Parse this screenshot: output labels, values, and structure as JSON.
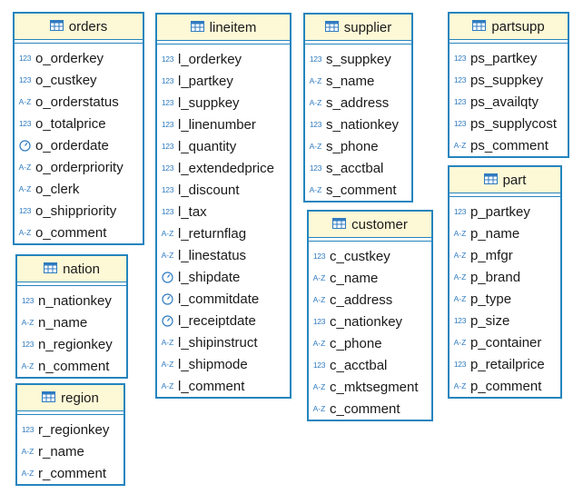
{
  "tables": [
    {
      "id": "orders",
      "name": "orders",
      "columns": [
        {
          "name": "o_orderkey",
          "type": "numeric",
          "icon": "123"
        },
        {
          "name": "o_custkey",
          "type": "numeric",
          "icon": "123"
        },
        {
          "name": "o_orderstatus",
          "type": "string",
          "icon": "A-Z"
        },
        {
          "name": "o_totalprice",
          "type": "numeric",
          "icon": "123"
        },
        {
          "name": "o_orderdate",
          "type": "date",
          "icon": "clock-icon"
        },
        {
          "name": "o_orderpriority",
          "type": "string",
          "icon": "A-Z"
        },
        {
          "name": "o_clerk",
          "type": "string",
          "icon": "A-Z"
        },
        {
          "name": "o_shippriority",
          "type": "numeric",
          "icon": "123"
        },
        {
          "name": "o_comment",
          "type": "string",
          "icon": "A-Z"
        }
      ]
    },
    {
      "id": "lineitem",
      "name": "lineitem",
      "columns": [
        {
          "name": "l_orderkey",
          "type": "numeric",
          "icon": "123"
        },
        {
          "name": "l_partkey",
          "type": "numeric",
          "icon": "123"
        },
        {
          "name": "l_suppkey",
          "type": "numeric",
          "icon": "123"
        },
        {
          "name": "l_linenumber",
          "type": "numeric",
          "icon": "123"
        },
        {
          "name": "l_quantity",
          "type": "numeric",
          "icon": "123"
        },
        {
          "name": "l_extendedprice",
          "type": "numeric",
          "icon": "123"
        },
        {
          "name": "l_discount",
          "type": "numeric",
          "icon": "123"
        },
        {
          "name": "l_tax",
          "type": "numeric",
          "icon": "123"
        },
        {
          "name": "l_returnflag",
          "type": "string",
          "icon": "A-Z"
        },
        {
          "name": "l_linestatus",
          "type": "string",
          "icon": "A-Z"
        },
        {
          "name": "l_shipdate",
          "type": "date",
          "icon": "clock-icon"
        },
        {
          "name": "l_commitdate",
          "type": "date",
          "icon": "clock-icon"
        },
        {
          "name": "l_receiptdate",
          "type": "date",
          "icon": "clock-icon"
        },
        {
          "name": "l_shipinstruct",
          "type": "string",
          "icon": "A-Z"
        },
        {
          "name": "l_shipmode",
          "type": "string",
          "icon": "A-Z"
        },
        {
          "name": "l_comment",
          "type": "string",
          "icon": "A-Z"
        }
      ]
    },
    {
      "id": "supplier",
      "name": "supplier",
      "columns": [
        {
          "name": "s_suppkey",
          "type": "numeric",
          "icon": "123"
        },
        {
          "name": "s_name",
          "type": "string",
          "icon": "A-Z"
        },
        {
          "name": "s_address",
          "type": "string",
          "icon": "A-Z"
        },
        {
          "name": "s_nationkey",
          "type": "numeric",
          "icon": "123"
        },
        {
          "name": "s_phone",
          "type": "string",
          "icon": "A-Z"
        },
        {
          "name": "s_acctbal",
          "type": "numeric",
          "icon": "123"
        },
        {
          "name": "s_comment",
          "type": "string",
          "icon": "A-Z"
        }
      ]
    },
    {
      "id": "partsupp",
      "name": "partsupp",
      "columns": [
        {
          "name": "ps_partkey",
          "type": "numeric",
          "icon": "123"
        },
        {
          "name": "ps_suppkey",
          "type": "numeric",
          "icon": "123"
        },
        {
          "name": "ps_availqty",
          "type": "numeric",
          "icon": "123"
        },
        {
          "name": "ps_supplycost",
          "type": "numeric",
          "icon": "123"
        },
        {
          "name": "ps_comment",
          "type": "string",
          "icon": "A-Z"
        }
      ]
    },
    {
      "id": "nation",
      "name": "nation",
      "columns": [
        {
          "name": "n_nationkey",
          "type": "numeric",
          "icon": "123"
        },
        {
          "name": "n_name",
          "type": "string",
          "icon": "A-Z"
        },
        {
          "name": "n_regionkey",
          "type": "numeric",
          "icon": "123"
        },
        {
          "name": "n_comment",
          "type": "string",
          "icon": "A-Z"
        }
      ]
    },
    {
      "id": "region",
      "name": "region",
      "columns": [
        {
          "name": "r_regionkey",
          "type": "numeric",
          "icon": "123"
        },
        {
          "name": "r_name",
          "type": "string",
          "icon": "A-Z"
        },
        {
          "name": "r_comment",
          "type": "string",
          "icon": "A-Z"
        }
      ]
    },
    {
      "id": "customer",
      "name": "customer",
      "columns": [
        {
          "name": "c_custkey",
          "type": "numeric",
          "icon": "123"
        },
        {
          "name": "c_name",
          "type": "string",
          "icon": "A-Z"
        },
        {
          "name": "c_address",
          "type": "string",
          "icon": "A-Z"
        },
        {
          "name": "c_nationkey",
          "type": "numeric",
          "icon": "123"
        },
        {
          "name": "c_phone",
          "type": "string",
          "icon": "A-Z"
        },
        {
          "name": "c_acctbal",
          "type": "numeric",
          "icon": "123"
        },
        {
          "name": "c_mktsegment",
          "type": "string",
          "icon": "A-Z"
        },
        {
          "name": "c_comment",
          "type": "string",
          "icon": "A-Z"
        }
      ]
    },
    {
      "id": "part",
      "name": "part",
      "columns": [
        {
          "name": "p_partkey",
          "type": "numeric",
          "icon": "123"
        },
        {
          "name": "p_name",
          "type": "string",
          "icon": "A-Z"
        },
        {
          "name": "p_mfgr",
          "type": "string",
          "icon": "A-Z"
        },
        {
          "name": "p_brand",
          "type": "string",
          "icon": "A-Z"
        },
        {
          "name": "p_type",
          "type": "string",
          "icon": "A-Z"
        },
        {
          "name": "p_size",
          "type": "numeric",
          "icon": "123"
        },
        {
          "name": "p_container",
          "type": "string",
          "icon": "A-Z"
        },
        {
          "name": "p_retailprice",
          "type": "numeric",
          "icon": "123"
        },
        {
          "name": "p_comment",
          "type": "string",
          "icon": "A-Z"
        }
      ]
    }
  ],
  "colors": {
    "border": "#2585be",
    "header_bg": "#fdf8d6",
    "icon": "#2f7bc0",
    "text": "#1a1a1a"
  }
}
